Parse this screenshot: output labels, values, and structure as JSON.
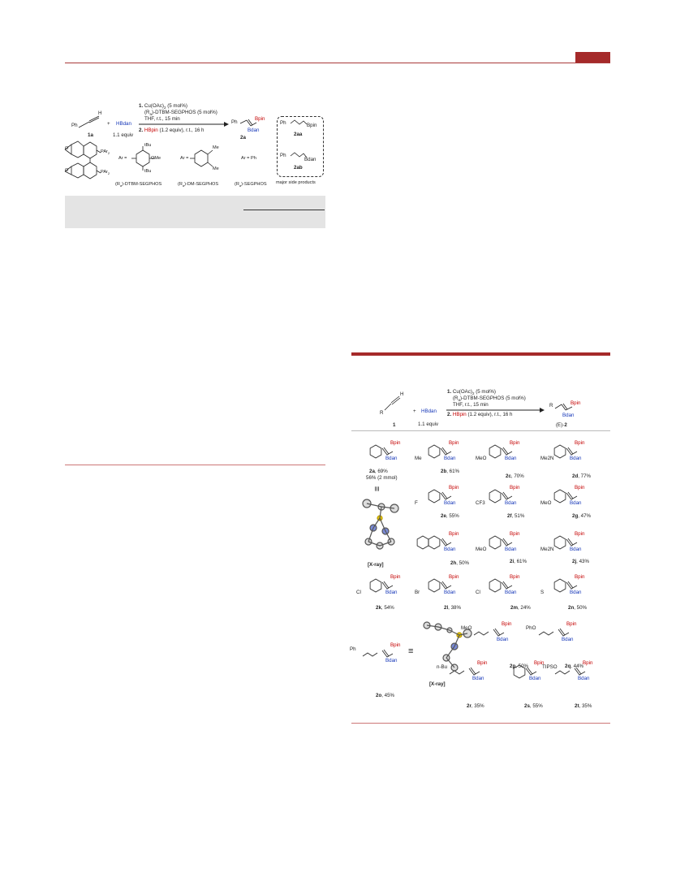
{
  "t1": {
    "conditions": [
      {
        "n": "1.",
        "rest": " Cu(OAc)",
        "sub": "2",
        "tail": " (5 mol%)"
      },
      {
        "text": "(R",
        "sub": "a",
        "tail": ")-DTBM-SEGPHOS (5 mol%)"
      },
      {
        "text": "THF, r.t., 15 min"
      },
      {
        "n": "2.",
        "red": " HBpin",
        "tail": " (1.2 equiv), r.t., 16 h"
      }
    ],
    "alkyne_label": "1a",
    "ph": "Ph",
    "plus": "+",
    "hbdan": "HBdan",
    "equiv": "1.1 equiv",
    "prod_label": "2a",
    "bpin": "Bpin",
    "bdan": "Bdan",
    "side_2aa_label": "2aa",
    "side_2ab_label": "2ab",
    "side_caption": "major side products",
    "par2": "PAr",
    "par2_sub": "2",
    "ar_eq": "Ar =",
    "tbu": "tBu",
    "ome": "OMe",
    "me": "Me",
    "ar_ph": "Ar = Ph",
    "lig1": "-DTBM-SEGPHOS",
    "lig2": "-DM-SEGPHOS",
    "lig3": "-SEGPHOS",
    "ra": "(R",
    "ra_sub": "a",
    "ra_close": ")"
  },
  "t2": {
    "conditions": [
      {
        "n": "1.",
        "rest": " Cu(OAc)",
        "sub": "2",
        "tail": " (5 mol%)"
      },
      {
        "text": "(R",
        "sub": "a",
        "tail": ")-DTBM-SEGPHOS (5 mol%)"
      },
      {
        "text": "THF, r.t., 15 min"
      },
      {
        "n": "2.",
        "red": " HBpin",
        "tail": " (1.2 equiv), r.t., 16 h"
      }
    ],
    "r": "R",
    "h": "H",
    "sm_label": "1",
    "plus": "+",
    "hbdan": "HBdan",
    "equiv": "1.1 equiv",
    "prod_prefix": "(E)-",
    "prod_num": "2",
    "bpin": "Bpin",
    "bdan": "Bdan",
    "xray": "[X-ray]",
    "equiv_sym": "≡",
    "products": [
      {
        "id": "2a",
        "yield": ", 69%",
        "extra": "56% (2 mmol)",
        "sub": ""
      },
      {
        "id": "2b",
        "yield": ", 61%",
        "sub": "Me"
      },
      {
        "id": "2c",
        "yield": ", 70%",
        "sub": "MeO"
      },
      {
        "id": "2d",
        "yield": ", 77%",
        "sub": "Me2N"
      },
      {
        "id": "2e",
        "yield": ", 55%",
        "sub": "F"
      },
      {
        "id": "2f",
        "yield": ", 51%",
        "sub": "CF3"
      },
      {
        "id": "2g",
        "yield": ", 47%",
        "sub": "MeO"
      },
      {
        "id": "2h",
        "yield": ", 50%",
        "sub": ""
      },
      {
        "id": "2i",
        "yield": ", 61%",
        "sub": "MeO"
      },
      {
        "id": "2j",
        "yield": ", 43%",
        "sub": "Me2N"
      },
      {
        "id": "2k",
        "yield": ", 54%",
        "sub": "Cl"
      },
      {
        "id": "2l",
        "yield": ", 38%",
        "sub": "Br"
      },
      {
        "id": "2m",
        "yield": ", 24%",
        "sub": "Cl"
      },
      {
        "id": "2n",
        "yield": ", 50%",
        "sub": "S"
      },
      {
        "id": "2o",
        "yield": ", 45%",
        "sub": "Ph"
      },
      {
        "id": "2p",
        "yield": ", 50%",
        "sub": "MeO"
      },
      {
        "id": "2q",
        "yield": ", 44%",
        "sub": "PhO"
      },
      {
        "id": "2r",
        "yield": ", 35%",
        "sub": "n-Bu"
      },
      {
        "id": "2s",
        "yield": ", 55%",
        "sub": ""
      },
      {
        "id": "2t",
        "yield": ", 35%",
        "sub": "TIPSO"
      }
    ],
    "ome2": "OMe",
    "cf3_sub": "3",
    "me2n_sub": "2",
    "o_lbl": "O",
    "o_sub": "2"
  },
  "colors": {
    "accent": "#a52a2a",
    "bpin": "#c40000",
    "bdan": "#1536b8",
    "band": "#e4e4e4"
  }
}
